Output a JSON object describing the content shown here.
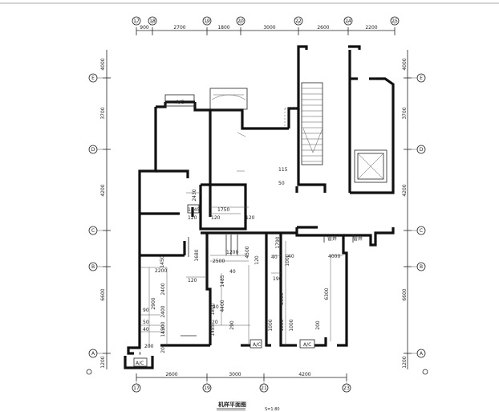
{
  "drawing": {
    "title": "机样平面图",
    "scale": "S=1:80"
  },
  "axes": {
    "top": [
      "17",
      "18",
      "19",
      "20",
      "22",
      "24",
      "25"
    ],
    "bottom": [
      "17",
      "19",
      "21",
      "23"
    ],
    "left": [
      "E",
      "D",
      "C",
      "B",
      "A"
    ],
    "right": [
      "E",
      "D",
      "C",
      "B",
      "A"
    ]
  },
  "dimensions": {
    "top": [
      "900",
      "2700",
      "1800",
      "3000",
      "2600",
      "2200"
    ],
    "bottom": [
      "2600",
      "3000",
      "4200"
    ],
    "left": [
      "4000",
      "3700",
      "4200",
      "6600",
      "1200"
    ],
    "right": [
      "4000",
      "3700",
      "4200",
      "6600",
      "1200"
    ],
    "interior": [
      "115",
      "50",
      "2430",
      "1645",
      "1750",
      "120",
      "120",
      "120",
      "1790",
      "40",
      "4000",
      "1680",
      "2500",
      "4500",
      "1200",
      "1000",
      "40",
      "120",
      "40",
      "1450",
      "2200",
      "2400",
      "120",
      "2900",
      "1485",
      "4400",
      "190",
      "6300",
      "2300",
      "1800",
      "90",
      "2400",
      "40",
      "1000",
      "50",
      "40",
      "1450",
      "20",
      "1485",
      "1200",
      "200",
      "200",
      "290",
      "1000",
      "1000",
      "200"
    ]
  },
  "labels": {
    "unit": [
      "A/C",
      "A/C",
      "A/C",
      "A/C"
    ],
    "shaft": [
      "管井",
      "管井"
    ]
  }
}
